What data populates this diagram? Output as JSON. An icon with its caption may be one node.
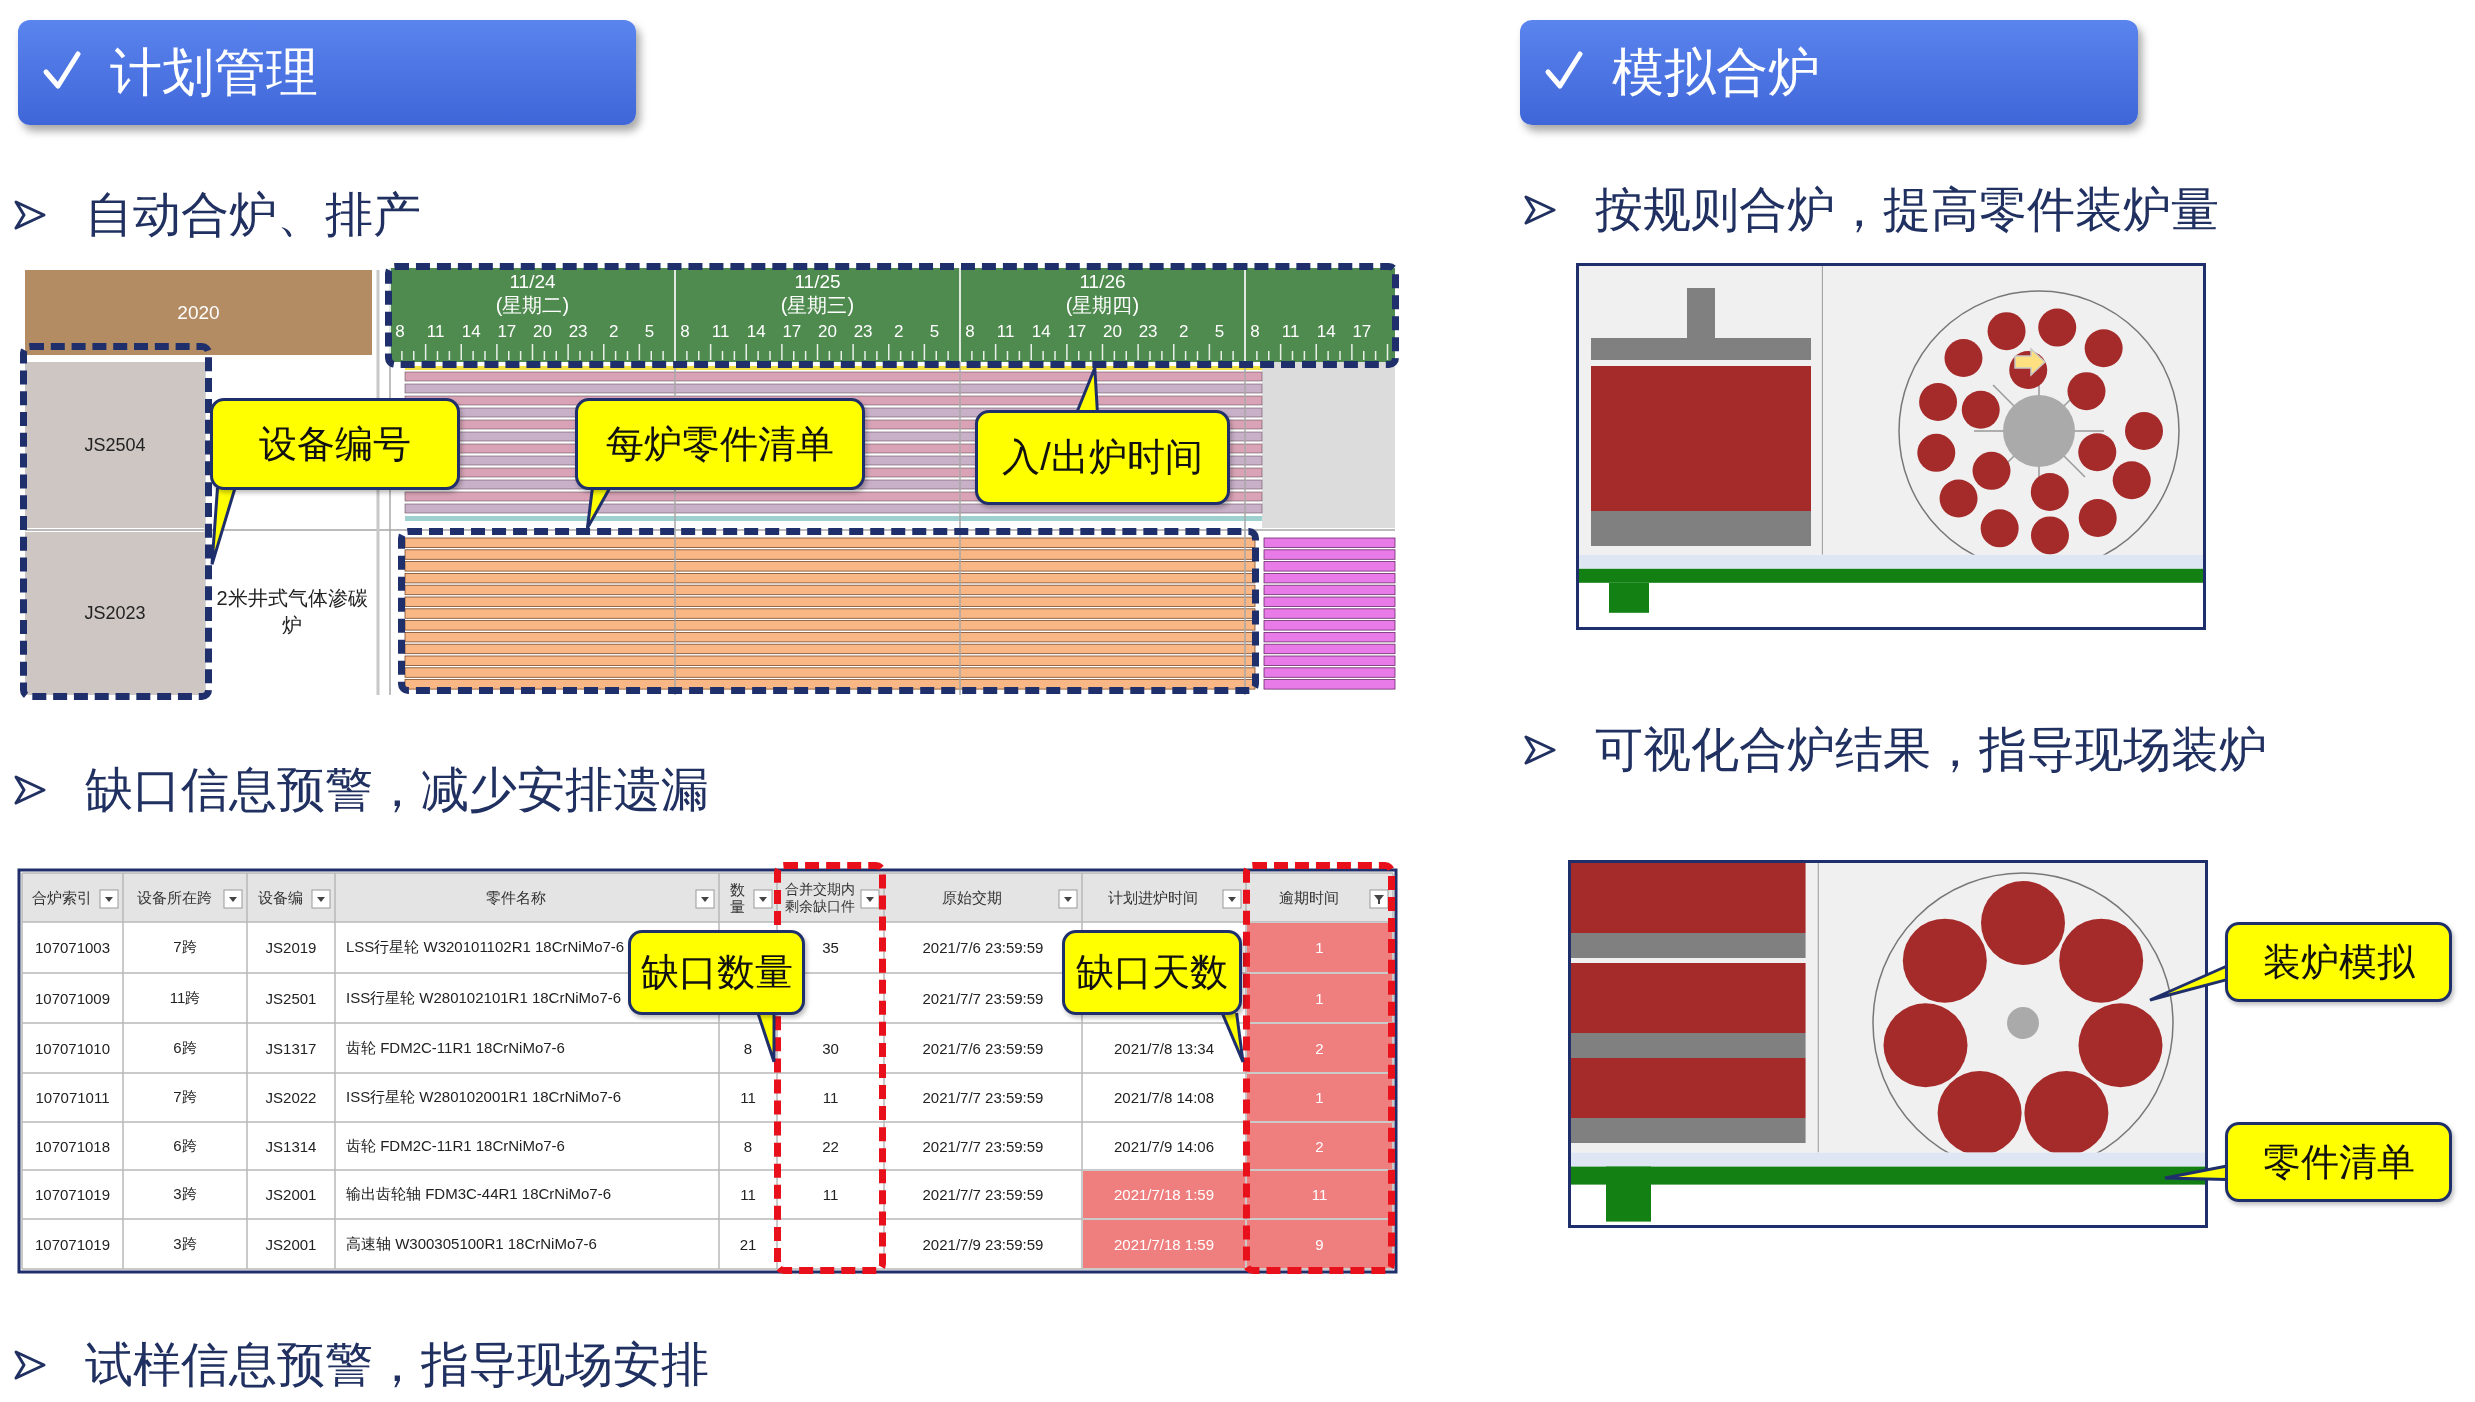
{
  "diagram": {
    "nodes": [
      {
        "text": [
          "计划管理"
        ]
      },
      {
        "text": [
          "模拟合炉"
        ]
      },
      {
        "text": [],
        "shape": "box"
      },
      {
        "text": [],
        "shape": "box"
      },
      {
        "text": [],
        "shape": "box"
      },
      {
        "text": [
          "设备编号"
        ]
      },
      {
        "text": [
          "每炉零件清单"
        ]
      },
      {
        "text": [
          "入/出炉时间"
        ]
      },
      {
        "text": [],
        "shape": "box"
      },
      {
        "text": [],
        "shape": "box"
      },
      {
        "text": [
          "缺口数量"
        ]
      },
      {
        "text": [
          "缺口天数"
        ]
      },
      {
        "text": [],
        "shape": "picture"
      },
      {
        "text": [],
        "shape": "picture"
      },
      {
        "text": [
          "装炉模拟"
        ]
      },
      {
        "text": [
          "零件清单"
        ]
      }
    ],
    "edges": [
      {
        "from": 5,
        "to": 2,
        "arrow": "to"
      },
      {
        "from": 6,
        "to": 4,
        "arrow": "to"
      },
      {
        "from": 7,
        "to": 3,
        "arrow": "to"
      },
      {
        "from": 10,
        "to": 8,
        "arrow": "to"
      },
      {
        "from": 11,
        "to": 9,
        "arrow": "to"
      },
      {
        "from": 14,
        "to": null,
        "arrow": "to"
      },
      {
        "from": 15,
        "to": null,
        "arrow": "to"
      }
    ],
    "labels": [
      "自动合炉、排产",
      "2020",
      "11/24",
      "(星期二)",
      "11/25",
      "(星期三)",
      "11/26",
      "(星期四)",
      "8",
      "11",
      "14",
      "17",
      "20",
      "23",
      "2",
      "5",
      "8",
      "11",
      "14",
      "17",
      "20",
      "23",
      "2",
      "5",
      "8",
      "11",
      "14",
      "17",
      "20",
      "23",
      "2",
      "5",
      "8",
      "11",
      "14",
      "17",
      "JS2504",
      "JS2023",
      "2米井式气体渗碳炉",
      "缺口信息预警，减少安排遗漏",
      "合炉索引",
      "设备所在跨",
      "设备编",
      "零件名称",
      "数量",
      "合并交期内剩余缺口件",
      "原始交期",
      "计划进炉时间",
      "逾期时间",
      "107071003",
      "7跨",
      "JS2019",
      "LSS行星轮 W320101102R1 18CrNiMo7-6",
      "35",
      "2021/7/6 23:59:59",
      "1",
      "107071009",
      "11跨",
      "JS2501",
      "ISS行星轮 W280102101R1 18CrNiMo7-6",
      "2021/7/7 23:59:59",
      "1",
      "107071010",
      "6跨",
      "JS1317",
      "齿轮 FDM2C-11R1 18CrNiMo7-6",
      "8",
      "30",
      "2021/7/6 23:59:59",
      "2021/7/8 13:34",
      "2",
      "107071011",
      "7跨",
      "JS2022",
      "ISS行星轮 W280102001R1 18CrNiMo7-6",
      "11",
      "11",
      "2021/7/7 23:59:59",
      "2021/7/8 14:08",
      "1",
      "107071018",
      "6跨",
      "JS1314",
      "齿轮 FDM2C-11R1 18CrNiMo7-6",
      "8",
      "22",
      "2021/7/7 23:59:59",
      "2021/7/9 14:06",
      "2",
      "107071019",
      "3跨",
      "JS2001",
      "输出齿轮轴 FDM3C-44R1 18CrNiMo7-6",
      "11",
      "11",
      "2021/7/7 23:59:59",
      "2021/7/18 1:59",
      "11",
      "107071019",
      "3跨",
      "JS2001",
      "高速轴 W300305100R1 18CrNiMo7-6",
      "21",
      "2021/7/9 23:59:59",
      "2021/7/18 1:59",
      "9",
      "试样信息预警，指导现场安排",
      "按规则合炉，提高零件装炉量",
      "可视化合炉结果，指导现场装炉"
    ]
  }
}
